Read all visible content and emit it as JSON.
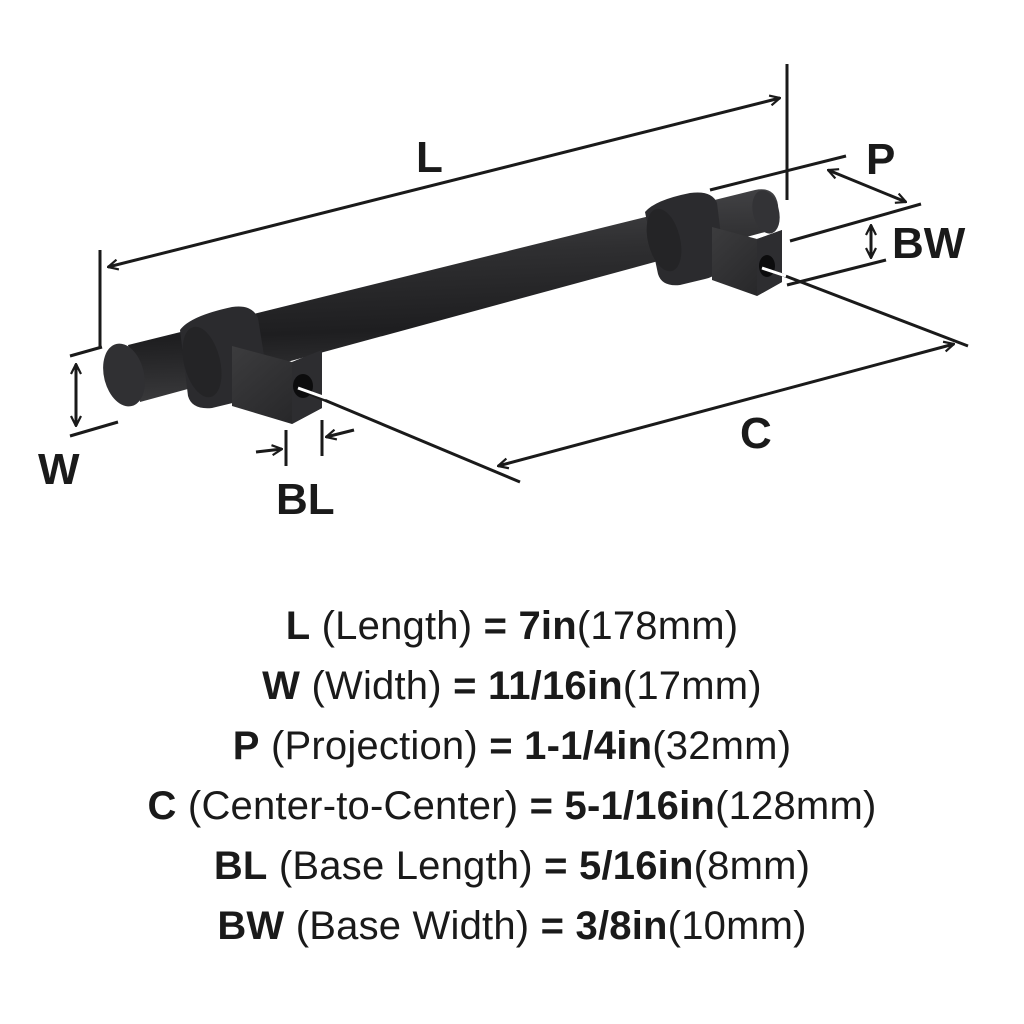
{
  "diagram": {
    "subject": "bar cabinet pull with two T-bases",
    "labels": {
      "L": "L",
      "W": "W",
      "P": "P",
      "C": "C",
      "BL": "BL",
      "BW": "BW"
    },
    "colors": {
      "line": "#1a1a1a",
      "product": "#2a2a2c",
      "background": "#ffffff"
    }
  },
  "specs": [
    {
      "key": "L",
      "desc": "(Length)",
      "eq": "=",
      "value": "7in",
      "metric": "(178mm)"
    },
    {
      "key": "W",
      "desc": "(Width)",
      "eq": "=",
      "value": "11/16in",
      "metric": "(17mm)"
    },
    {
      "key": "P",
      "desc": "(Projection)",
      "eq": "=",
      "value": "1-1/4in",
      "metric": "(32mm)"
    },
    {
      "key": "C",
      "desc": "(Center-to-Center)",
      "eq": "=",
      "value": "5-1/16in",
      "metric": "(128mm)"
    },
    {
      "key": "BL",
      "desc": "(Base Length)",
      "eq": "=",
      "value": "5/16in",
      "metric": "(8mm)"
    },
    {
      "key": "BW",
      "desc": "(Base Width)",
      "eq": "=",
      "value": "3/8in",
      "metric": "(10mm)"
    }
  ]
}
